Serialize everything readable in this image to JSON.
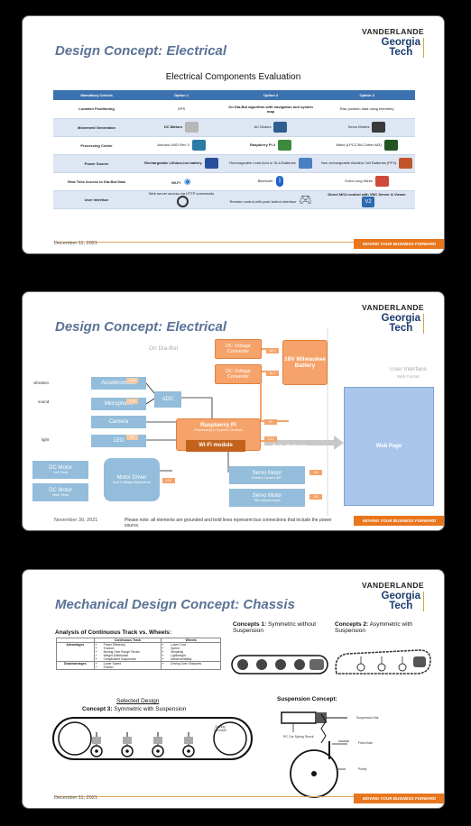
{
  "logo": {
    "brand": "VANDERLANDE",
    "school_line1": "Georgia",
    "school_line2": "Tech"
  },
  "footer": {
    "tagline": "MOVING YOUR BUSINESS FORWARD"
  },
  "slide1": {
    "title": "Design Concept: Electrical",
    "subtitle": "Electrical Components Evaluation",
    "date": "December 11, 2021",
    "headers": [
      "Mandatory Criteria",
      "Option 1",
      "Option 2",
      "Option 3"
    ],
    "rows": [
      {
        "criteria": "Location Positioning",
        "opt1": "GPS",
        "opt2": "On Dia-Bot algorithm with navigation and system map",
        "opt3": "Raw position data using telemetry"
      },
      {
        "criteria": "Movement Generation",
        "opt1": "DC Motors",
        "opt2": "AC Motors",
        "opt3": "Servo Motors"
      },
      {
        "criteria": "Processing Center",
        "opt1": "Arduino UNO Rev 3",
        "opt2": "Raspberry Pi 4",
        "opt3": "Mbed (LPC1768 Cortex-M3)"
      },
      {
        "criteria": "Power Source",
        "opt1": "Rechargeable Lithium-ion battery",
        "opt2": "Rechargeable Lead Acid or SLA Batteries",
        "opt3": "Non-rechargeable Alkaline Cell Batteries (PP3)"
      },
      {
        "criteria": "Real Time Access to Dia-Bot Data",
        "opt1": "Wi-Fi",
        "opt2": "Bluetooth",
        "opt3": "Extra Long Wires"
      },
      {
        "criteria": "User Interface",
        "opt1": "Web server access via HTTP commands",
        "opt2": "Remote control with push button interface",
        "opt3": "Direct MCU control with VNC Server & Viewer"
      }
    ]
  },
  "slide2": {
    "title": "Design Concept: Electrical",
    "on_bot": "On Dia-Bot",
    "date": "November 30, 2021",
    "note": "Please note: all elements are grounded and bold lines represent bus connections that include the power source.",
    "dcv1": "DC Voltage Converter",
    "dcv2": "DC Voltage Converter",
    "battery": "18V Milwaukee Battery",
    "v18a": "18 V",
    "v18b": "18 V",
    "v5a": "5V",
    "v12a": "12V",
    "accelerometer": "Accelerometer",
    "microphone": "Microphone",
    "camera": "Camera",
    "led": "LED",
    "adc": "ADC",
    "vibration": "vibration",
    "sound": "sound",
    "light": "light",
    "v33a": "3.3V",
    "v33b": "3.3V",
    "v5b": "5V",
    "rpi": "Raspberry Pi",
    "rpi_sub": "Processing & System Controls",
    "wifi": "Wi-Fi module",
    "v5c": "5V",
    "v33c": "3.3V",
    "data_out": "Data Outputs",
    "dc1": "DC Motor",
    "dc1_sub": "Left Tread",
    "dc2": "DC Motor",
    "dc2_sub": "Right Tread",
    "driver": "Motor Driver",
    "driver_sub": "Dual H-Bridge Bidirectional",
    "v12b": "12V",
    "servo1": "Servo Motor",
    "servo1_sub": "Rotates Camera 360°",
    "servo2": "Servo Motor",
    "servo2_sub": "Tilts Camera Angle",
    "v5d": "5V",
    "v5e": "5V",
    "ui": "User Interface",
    "ui_sub": "Web Format",
    "webpage": "Web Page"
  },
  "slide3": {
    "title": "Mechanical Design Concept: Chassis",
    "analysis": "Analysis of Continuous Track vs. Wheels:",
    "table_headers": [
      "",
      "Continuous Track",
      "Wheels"
    ],
    "advantages_label": "Advantages",
    "disadvantages_label": "Disadvantages",
    "track_adv": [
      "Power Efficiency",
      "Traction",
      "Moving Over Rough Terrain",
      "Weight Distribution",
      "Complicated Suspension"
    ],
    "wheel_adv": [
      "Lower Cost",
      "Speed",
      "Simplicity",
      "Lightweight",
      "Maneuverability"
    ],
    "track_dis": [
      "Lower Speed",
      "Friction"
    ],
    "wheel_dis": [
      "Driving Over Obstacles"
    ],
    "concept1_bold": "Concepts 1:",
    "concept1_rest": "Symmetric without Suspension",
    "concept2_bold": "Concepts 2:",
    "concept2_rest": "Asymmetric with Suspension",
    "selected": "Selected Design",
    "concept3_bold": "Concept 3:",
    "concept3_rest": "Symmetric with Suspension",
    "suspension": "Suspension Concept:",
    "driving_sprocket": "Driving Sprocket",
    "susp_bar": "Suspension Bar",
    "spring": "RC Car Spring Shock",
    "fixed_axle": "Fixed Axle",
    "pulley": "Pulley",
    "date": "December 11, 2021"
  }
}
